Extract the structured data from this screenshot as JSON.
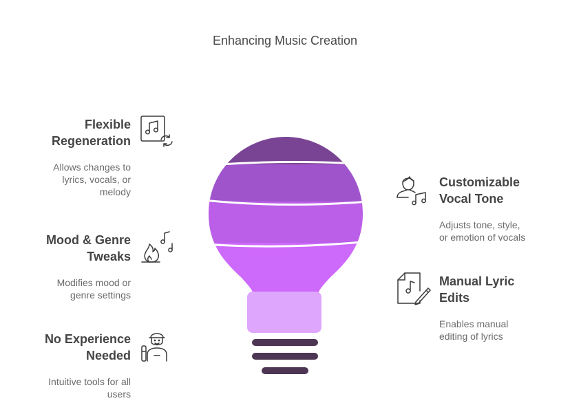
{
  "title": "Enhancing Music Creation",
  "left_items": [
    {
      "heading_line1": "Flexible",
      "heading_line2": "Regeneration",
      "desc_line1": "Allows changes to",
      "desc_line2": "lyrics, vocals, or",
      "desc_line3": "melody",
      "icon": "music-note-refresh-icon"
    },
    {
      "heading_line1": "Mood & Genre",
      "heading_line2": "Tweaks",
      "desc_line1": "Modifies mood or",
      "desc_line2": "genre settings",
      "desc_line3": "",
      "icon": "fire-music-notes-icon"
    },
    {
      "heading_line1": "No Experience",
      "heading_line2": "Needed",
      "desc_line1": "Intuitive tools for all",
      "desc_line2": "users",
      "desc_line3": "",
      "icon": "person-beginner-icon"
    }
  ],
  "right_items": [
    {
      "heading_line1": "Customizable",
      "heading_line2": "Vocal Tone",
      "desc_line1": "Adjusts tone, style,",
      "desc_line2": "or emotion of vocals",
      "icon": "singer-music-notes-icon"
    },
    {
      "heading_line1": "Manual Lyric",
      "heading_line2": "Edits",
      "desc_line1": "Enables manual",
      "desc_line2": "editing of lyrics",
      "icon": "document-note-pencil-icon"
    }
  ],
  "colors": {
    "band1": "#7a4494",
    "band2": "#a054cc",
    "band3": "#bb5ee8",
    "band4": "#cd69fb",
    "neck": "#dfa6fd",
    "base": "#4d3654"
  }
}
